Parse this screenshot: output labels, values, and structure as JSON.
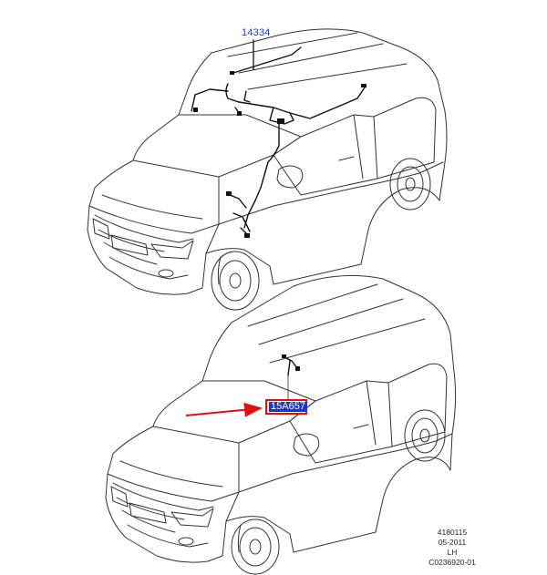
{
  "callouts": {
    "top_part": "14334",
    "highlighted_part": "15A657"
  },
  "footer": {
    "line1": "4180115",
    "line2": "05-2011",
    "line3": "LH",
    "line4": "C0236920-01"
  },
  "colors": {
    "callout_text": "#1f3fb0",
    "highlight_border": "#e21010",
    "highlight_fill": "#1a34d6",
    "arrow": "#e21010"
  }
}
